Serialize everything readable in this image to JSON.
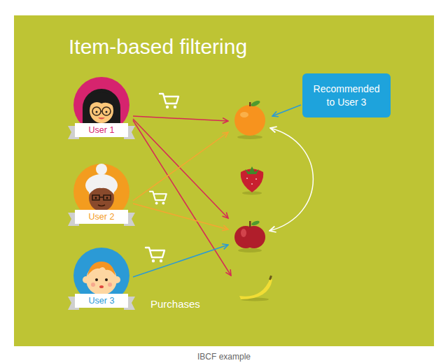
{
  "diagram": {
    "title": "Item-based filtering",
    "caption": "IBCF example",
    "nodes": [
      {
        "text": [
          "User 1"
        ]
      },
      {
        "text": [
          "User 2"
        ]
      },
      {
        "text": [
          "User 3"
        ]
      },
      {
        "text": [
          "Recommended to User 3"
        ]
      }
    ],
    "labels": [
      "Purchases"
    ]
  }
}
